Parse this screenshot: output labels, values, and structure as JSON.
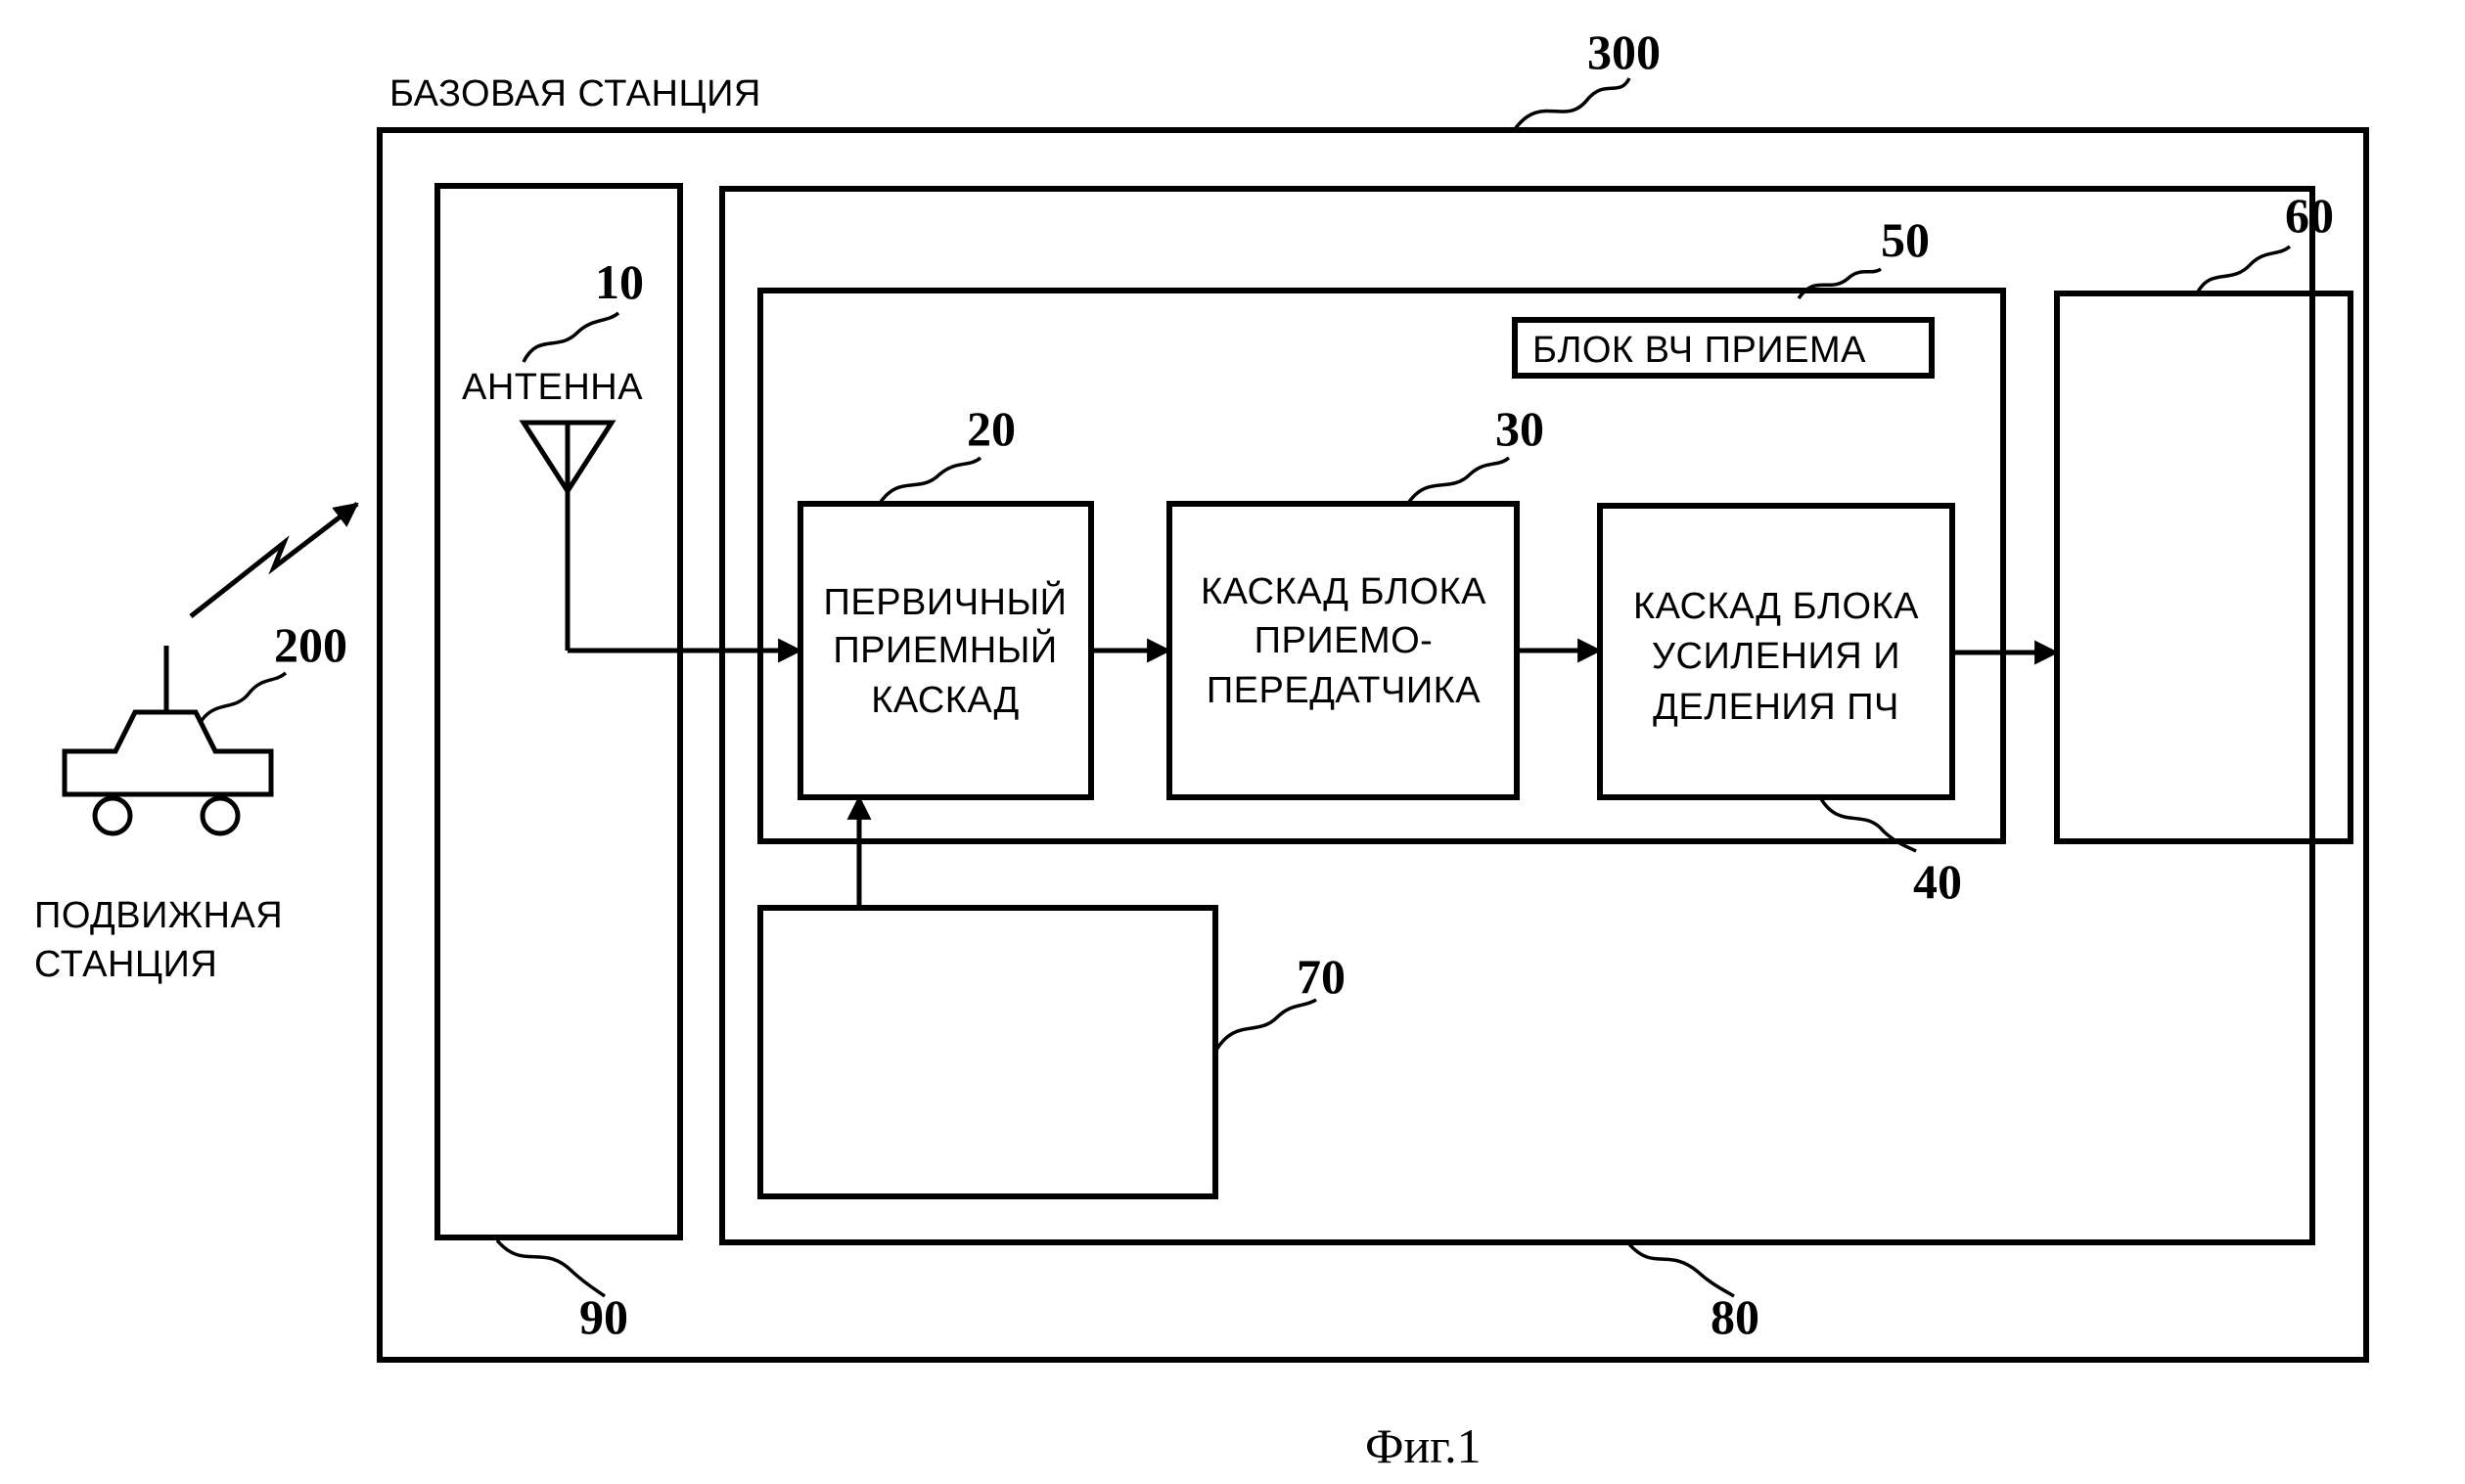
{
  "base_station": {
    "title": "БАЗОВАЯ  СТАНЦИЯ",
    "ref": "300"
  },
  "mobile_station": {
    "lines": [
      "ПОДВИЖНАЯ",
      "СТАНЦИЯ"
    ],
    "ref": "200"
  },
  "antenna": {
    "label": "АНТЕННА",
    "ref": "10"
  },
  "antenna_panel": {
    "ref": "90"
  },
  "inner_block": {
    "ref": "80"
  },
  "rf_block": {
    "label": "БЛОК ВЧ ПРИЕМА",
    "ref": "50"
  },
  "primary_stage": {
    "lines": [
      "ПЕРВИЧНЫЙ",
      "ПРИЕМНЫЙ",
      "КАСКАД"
    ],
    "ref": "20"
  },
  "transceiver_stage": {
    "lines": [
      "КАСКАД БЛОКА",
      "ПРИЕМО-",
      "ПЕРЕДАТЧИКА"
    ],
    "ref": "30"
  },
  "if_stage": {
    "lines": [
      "КАСКАД БЛОКА",
      "УСИЛЕНИЯ  И",
      "ДЕЛЕНИЯ  ПЧ"
    ],
    "ref": "40"
  },
  "block_60": {
    "ref": "60"
  },
  "block_70": {
    "ref": "70"
  },
  "caption": "Фиг.1"
}
